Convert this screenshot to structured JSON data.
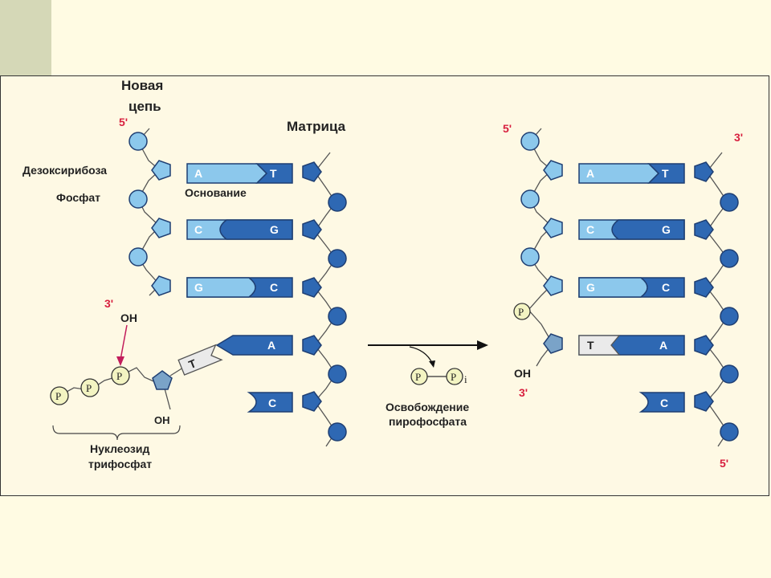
{
  "labels": {
    "new_strand_line1": "Новая",
    "new_strand_line2": "цепь",
    "template": "Матрица",
    "deoxyribose": "Дезоксирибоза",
    "phosphate": "Фосфат",
    "base": "Основание",
    "nucleoside_line1": "Нуклеозид",
    "nucleoside_line2": "трифосфат",
    "release_line1": "Освобождение",
    "release_line2": "пирофосфата",
    "pyrophosphate_i": "i"
  },
  "ends": {
    "five_prime": "5'",
    "three_prime": "3'",
    "oh": "OH"
  },
  "bases_left": [
    {
      "new": "A",
      "template": "T"
    },
    {
      "new": "C",
      "template": "G"
    },
    {
      "new": "G",
      "template": "C"
    },
    {
      "new": "",
      "template": "A"
    },
    {
      "new": "",
      "template": "C"
    }
  ],
  "bases_right": [
    {
      "new": "A",
      "template": "T"
    },
    {
      "new": "C",
      "template": "G"
    },
    {
      "new": "G",
      "template": "C"
    },
    {
      "new": "T",
      "template": "A"
    },
    {
      "new": "",
      "template": "C"
    }
  ],
  "incoming_base": "T",
  "phosphate_symbol": "P",
  "colors": {
    "light_blue": "#8cc8ec",
    "dark_blue": "#2e68b3",
    "gray_blue": "#7aa3c8",
    "outline": "#1f3f73",
    "phosphate_yellow": "#f3f4c2",
    "red": "#d8203f",
    "arrow_pink": "#c21d5b"
  }
}
